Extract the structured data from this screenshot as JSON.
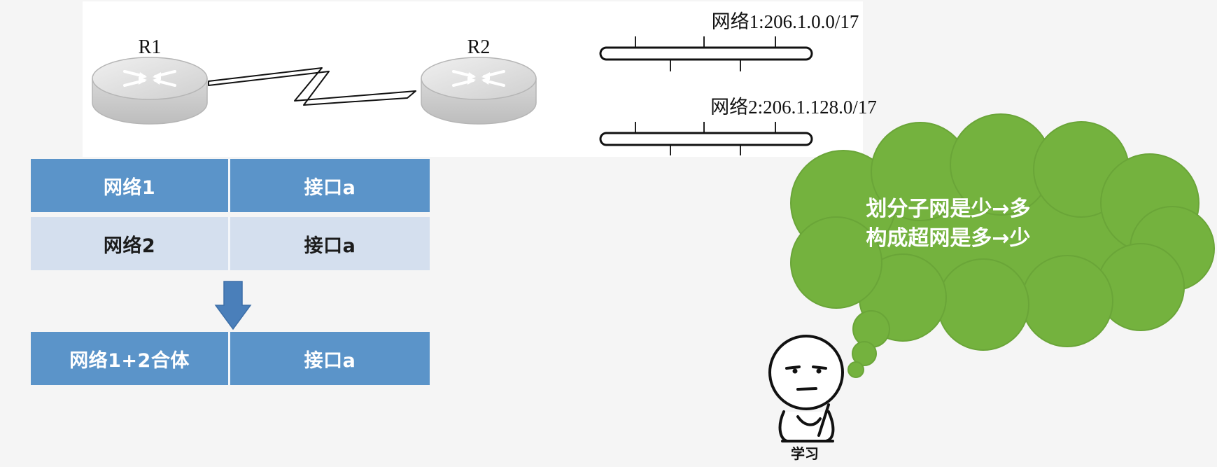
{
  "diagram": {
    "router1_label": "R1",
    "router2_label": "R2",
    "network1_label": "网络1:206.1.0.0/17",
    "network2_label": "网络2:206.1.128.0/17"
  },
  "routing_table": {
    "rows": [
      {
        "network": "网络1",
        "interface": "接口a"
      },
      {
        "network": "网络2",
        "interface": "接口a"
      }
    ],
    "merged_row": {
      "network": "网络1+2合体",
      "interface": "接口a"
    }
  },
  "thought_bubble": {
    "line1": "划分子网是少→多",
    "line2": "构成超网是多→少"
  },
  "figure_caption": "学习",
  "colors": {
    "table_header_blue": "#5b94c9",
    "table_row_light": "#d4dfee",
    "arrow_blue": "#4a7fba",
    "cloud_green": "#74b23e"
  }
}
